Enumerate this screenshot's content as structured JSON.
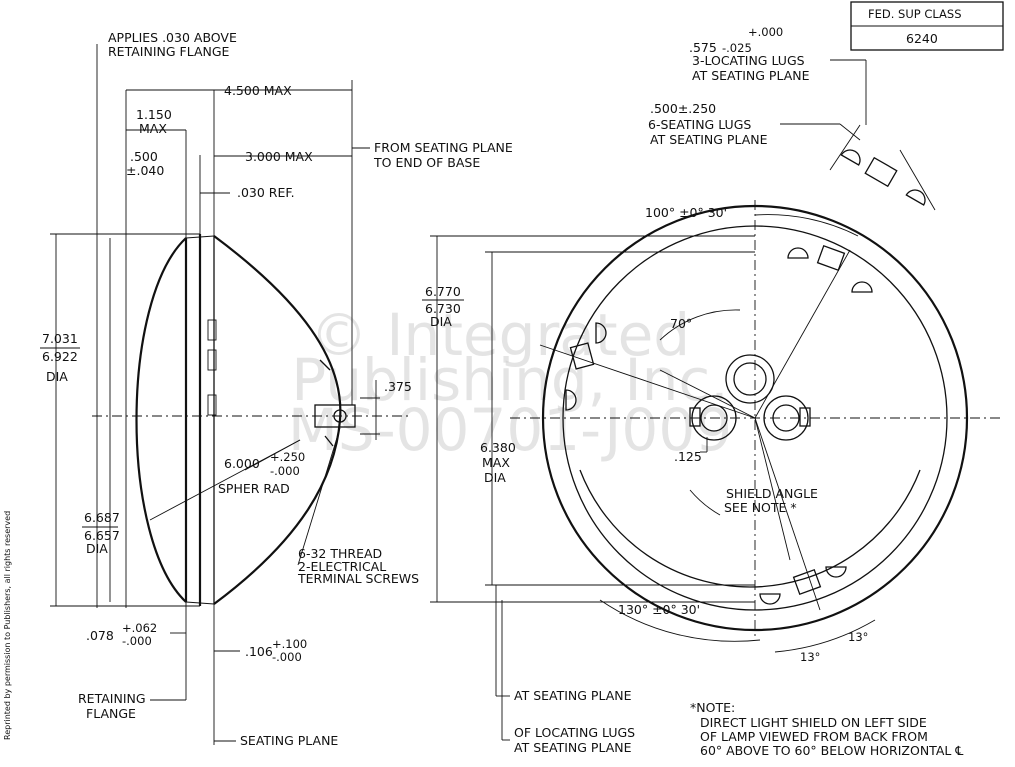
{
  "title_block": {
    "header": "FED. SUP CLASS",
    "value": "6240"
  },
  "watermark": {
    "line1": "© Integrated",
    "line2": "Publishing, Inc.",
    "line3": "MS-00701-J009"
  },
  "side_note": "Reprinted by permission to Publishers, all rights reserved",
  "left_view": {
    "applies": "APPLIES .030 ABOVE",
    "retaining_flange_top": "RETAINING FLANGE",
    "max_4500": "4.500 MAX",
    "dim_1150": "1.150",
    "max_word": "MAX",
    "dim_500": ".500",
    "tol_040": "±.040",
    "max_3000": "3.000 MAX",
    "from_seating": "FROM SEATING PLANE",
    "to_end": "TO END OF BASE",
    "ref_030": ".030 REF.",
    "dia_7031": "7.031",
    "dia_6922": "6.922",
    "dia_word": "DIA",
    "dim_375": ".375",
    "rad_6000": "6.000",
    "rad_tol_plus": "+.250",
    "rad_tol_minus": "-.000",
    "spher_rad": "SPHER RAD",
    "dia_6687": "6.687",
    "dia_6657": "6.657",
    "thread": "6-32 THREAD",
    "terminals": "2-ELECTRICAL",
    "terminal_screws": "TERMINAL SCREWS",
    "dim_078": ".078",
    "tol_062": "+.062",
    "tol_000a": "-.000",
    "dim_106": ".106",
    "tol_100": "+.100",
    "tol_000b": "-.000",
    "retaining": "RETAINING",
    "flange": "FLANGE",
    "seating_plane": "SEATING PLANE"
  },
  "right_view": {
    "lug_dim": ".575",
    "lug_tol_plus": "+.000",
    "lug_tol_minus": "-.025",
    "lug_line1": "3-LOCATING LUGS",
    "lug_line2": "AT SEATING PLANE",
    "seat_dim": ".500±.250",
    "seat_line1": "6-SEATING LUGS",
    "seat_line2": "AT SEATING PLANE",
    "angle_100": "100° ±0° 30'",
    "dia_6770": "6.770",
    "dia_6730": "6.730",
    "dia_word": "DIA",
    "angle_70": "70°",
    "dia_6380": "6.380",
    "max_word": "MAX",
    "dia_word2": "DIA",
    "dim_125": ".125",
    "shield_angle": "SHIELD ANGLE",
    "see_note": "SEE NOTE *",
    "angle_130": "130° ±0° 30'",
    "angle_13a": "13°",
    "angle_13b": "13°",
    "at_seating": "AT SEATING PLANE",
    "of_locating": "OF LOCATING LUGS",
    "at_seating2": "AT SEATING PLANE"
  },
  "note": {
    "head": "*NOTE:",
    "line1": "DIRECT LIGHT SHIELD ON LEFT SIDE",
    "line2": "OF LAMP VIEWED FROM BACK FROM",
    "line3": "60° ABOVE TO 60° BELOW HORIZONTAL ℄"
  }
}
